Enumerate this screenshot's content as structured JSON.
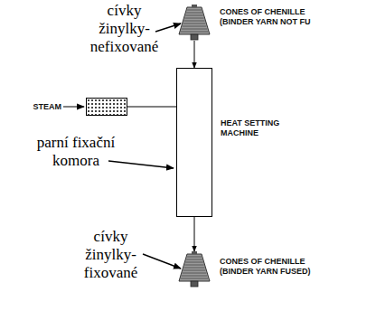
{
  "diagram": {
    "nodes": [
      {
        "text": [
          "CONES OF CHENILLE (BINDER YARN NOT FU"
        ]
      },
      {
        "text": [
          "STEAM"
        ]
      },
      {
        "text": [
          "HEAT SETTING MACHINE"
        ]
      },
      {
        "text": [
          "CONES OF CHENILLE (BINDER YARN FUSED)"
        ]
      }
    ],
    "edges": [
      {
        "from": 0,
        "to": 2,
        "arrow": "to"
      },
      {
        "from": 1,
        "to": 2,
        "arrow": "none"
      },
      {
        "from": 2,
        "to": 3,
        "arrow": "to"
      }
    ],
    "labels": [
      "cívky žinylky- nefixované",
      "parní fixační komora",
      "cívky žinylky- fixované"
    ]
  }
}
